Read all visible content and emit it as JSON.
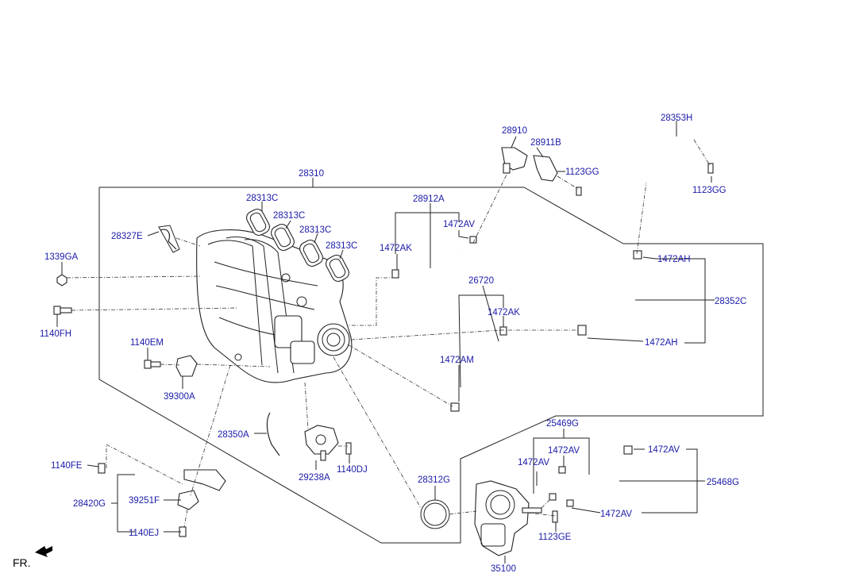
{
  "direction": "FR.",
  "labels": {
    "p28310": "28310",
    "p28313C_a": "28313C",
    "p28313C_b": "28313C",
    "p28313C_c": "28313C",
    "p28313C_d": "28313C",
    "p28327E": "28327E",
    "p1339GA": "1339GA",
    "p1140FH": "1140FH",
    "p1140EM": "1140EM",
    "p39300A": "39300A",
    "p28350A": "28350A",
    "p29238A": "29238A",
    "p1140DJ": "1140DJ",
    "p1140FE": "1140FE",
    "p28420G": "28420G",
    "p39251F": "39251F",
    "p1140EJ": "1140EJ",
    "p28910": "28910",
    "p28911B": "28911B",
    "p1123GG_a": "1123GG",
    "p28912A": "28912A",
    "p1472AV_a": "1472AV",
    "p1472AK_a": "1472AK",
    "p26720": "26720",
    "p1472AK_b": "1472AK",
    "p1472AM": "1472AM",
    "p28353H": "28353H",
    "p1123GG_b": "1123GG",
    "p1472AH_a": "1472AH",
    "p28352C": "28352C",
    "p1472AH_b": "1472AH",
    "p25469G": "25469G",
    "p1472AV_b": "1472AV",
    "p1472AV_c": "1472AV",
    "p1472AV_d": "1472AV",
    "p25468G": "25468G",
    "p1472AV_e": "1472AV",
    "p28312G": "28312G",
    "p1123GE": "1123GE",
    "p35100": "35100"
  }
}
